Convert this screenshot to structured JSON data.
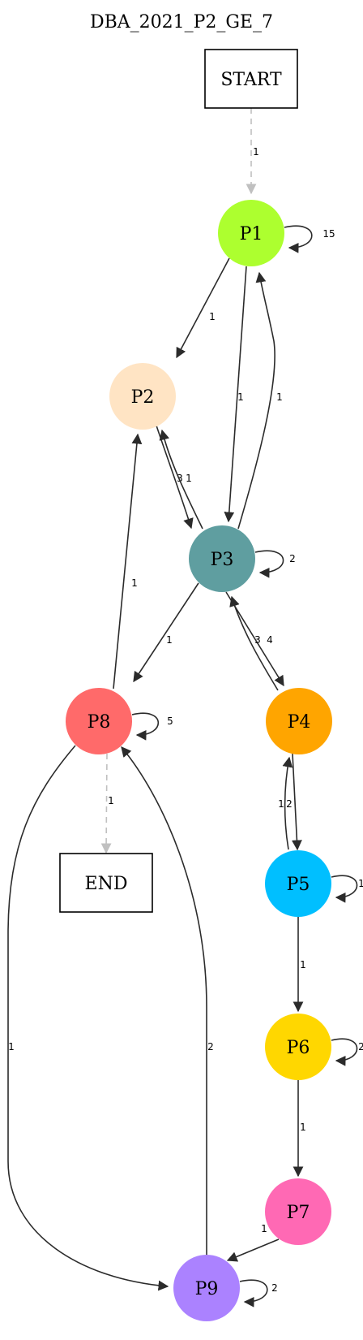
{
  "title": "DBA_2021_P2_GE_7",
  "nodes": [
    {
      "id": "START",
      "label": "START",
      "shape": "box",
      "color": "#ffffff"
    },
    {
      "id": "P1",
      "label": "P1",
      "shape": "circle",
      "color": "#adff2f"
    },
    {
      "id": "P2",
      "label": "P2",
      "shape": "circle",
      "color": "#ffe4c4"
    },
    {
      "id": "P3",
      "label": "P3",
      "shape": "circle",
      "color": "#5f9ea0"
    },
    {
      "id": "P4",
      "label": "P4",
      "shape": "circle",
      "color": "#ffa500"
    },
    {
      "id": "P5",
      "label": "P5",
      "shape": "circle",
      "color": "#00bfff"
    },
    {
      "id": "P6",
      "label": "P6",
      "shape": "circle",
      "color": "#ffd700"
    },
    {
      "id": "P7",
      "label": "P7",
      "shape": "circle",
      "color": "#ff69b4"
    },
    {
      "id": "P8",
      "label": "P8",
      "shape": "circle",
      "color": "#ff6a6a"
    },
    {
      "id": "P9",
      "label": "P9",
      "shape": "circle",
      "color": "#ab82ff"
    },
    {
      "id": "END",
      "label": "END",
      "shape": "box",
      "color": "#ffffff"
    }
  ],
  "edges": [
    {
      "from": "START",
      "to": "P1",
      "label": "1",
      "style": "dashed"
    },
    {
      "from": "P1",
      "to": "P1",
      "label": "15",
      "style": "solid"
    },
    {
      "from": "P1",
      "to": "P2",
      "label": "1",
      "style": "solid"
    },
    {
      "from": "P1",
      "to": "P3",
      "label": "1",
      "style": "solid"
    },
    {
      "from": "P3",
      "to": "P1",
      "label": "1",
      "style": "solid"
    },
    {
      "from": "P2",
      "to": "P3",
      "label": "3",
      "style": "solid"
    },
    {
      "from": "P3",
      "to": "P2",
      "label": "1",
      "style": "solid"
    },
    {
      "from": "P3",
      "to": "P3",
      "label": "2",
      "style": "solid"
    },
    {
      "from": "P3",
      "to": "P8",
      "label": "1",
      "style": "solid"
    },
    {
      "from": "P8",
      "to": "P2",
      "label": "1",
      "style": "solid"
    },
    {
      "from": "P3",
      "to": "P4",
      "label": "4",
      "style": "solid"
    },
    {
      "from": "P4",
      "to": "P3",
      "label": "3",
      "style": "solid"
    },
    {
      "from": "P8",
      "to": "P8",
      "label": "5",
      "style": "solid"
    },
    {
      "from": "P8",
      "to": "END",
      "label": "1",
      "style": "dashed"
    },
    {
      "from": "P4",
      "to": "P5",
      "label": "2",
      "style": "solid"
    },
    {
      "from": "P5",
      "to": "P4",
      "label": "1",
      "style": "solid"
    },
    {
      "from": "P5",
      "to": "P5",
      "label": "1",
      "style": "solid"
    },
    {
      "from": "P5",
      "to": "P6",
      "label": "1",
      "style": "solid"
    },
    {
      "from": "P6",
      "to": "P6",
      "label": "2",
      "style": "solid"
    },
    {
      "from": "P6",
      "to": "P7",
      "label": "1",
      "style": "solid"
    },
    {
      "from": "P7",
      "to": "P9",
      "label": "1",
      "style": "solid"
    },
    {
      "from": "P8",
      "to": "P9",
      "label": "1",
      "style": "solid"
    },
    {
      "from": "P9",
      "to": "P8",
      "label": "2",
      "style": "solid"
    },
    {
      "from": "P9",
      "to": "P9",
      "label": "2",
      "style": "solid"
    }
  ]
}
